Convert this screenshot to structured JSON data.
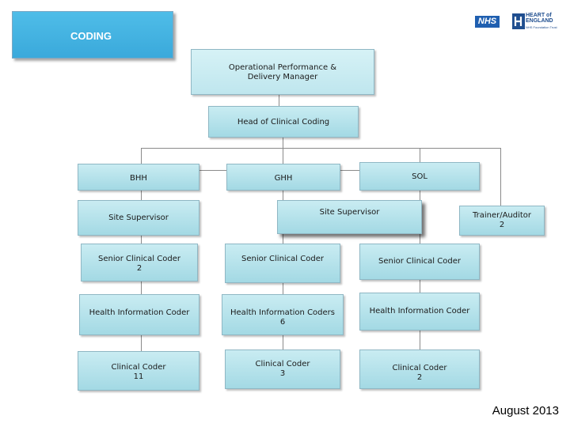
{
  "title": "CODING",
  "logos": {
    "nhs": "NHS",
    "trust_line1": "HEART of",
    "trust_line2": "ENGLAND",
    "trust_sub": "NHS Foundation Trust"
  },
  "nodes": {
    "ops_manager": "Operational Performance &\nDelivery Manager",
    "head_coding": "Head of Clinical Coding",
    "bhh": "BHH",
    "ghh": "GHH",
    "sol": "SOL",
    "site_supervisor_bhh": "Site Supervisor",
    "site_supervisor_ghh_sol": "Site Supervisor",
    "trainer_auditor": "Trainer/Auditor\n2",
    "senior_coder_bhh": "Senior Clinical Coder\n2",
    "senior_coder_ghh": "Senior Clinical Coder",
    "senior_coder_sol": "Senior Clinical Coder",
    "hic_bhh": "Health Information Coder",
    "hic_ghh": "Health Information Coders\n6",
    "hic_sol": "Health Information Coder",
    "cc_bhh": "Clinical Coder\n11",
    "cc_ghh": "Clinical Coder\n3",
    "cc_sol": "Clinical Coder\n2"
  },
  "date": "August 2013"
}
